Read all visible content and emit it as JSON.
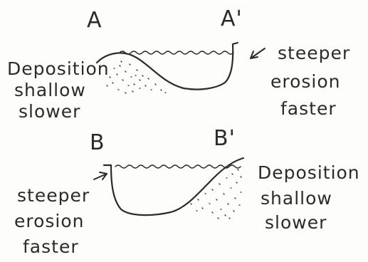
{
  "section_a": {
    "left_marker": "A",
    "right_marker": "A'",
    "left_notes": [
      "Deposition",
      "shallow",
      "slower"
    ],
    "right_notes": [
      "steeper",
      "erosion",
      "faster"
    ]
  },
  "section_b": {
    "left_marker": "B",
    "right_marker": "B'",
    "left_notes": [
      "steeper",
      "erosion",
      "faster"
    ],
    "right_notes": [
      "Deposition",
      "shallow",
      "slower"
    ]
  },
  "colors": {
    "ink": "#2b2b2b",
    "paper": "#fdfdfb"
  }
}
